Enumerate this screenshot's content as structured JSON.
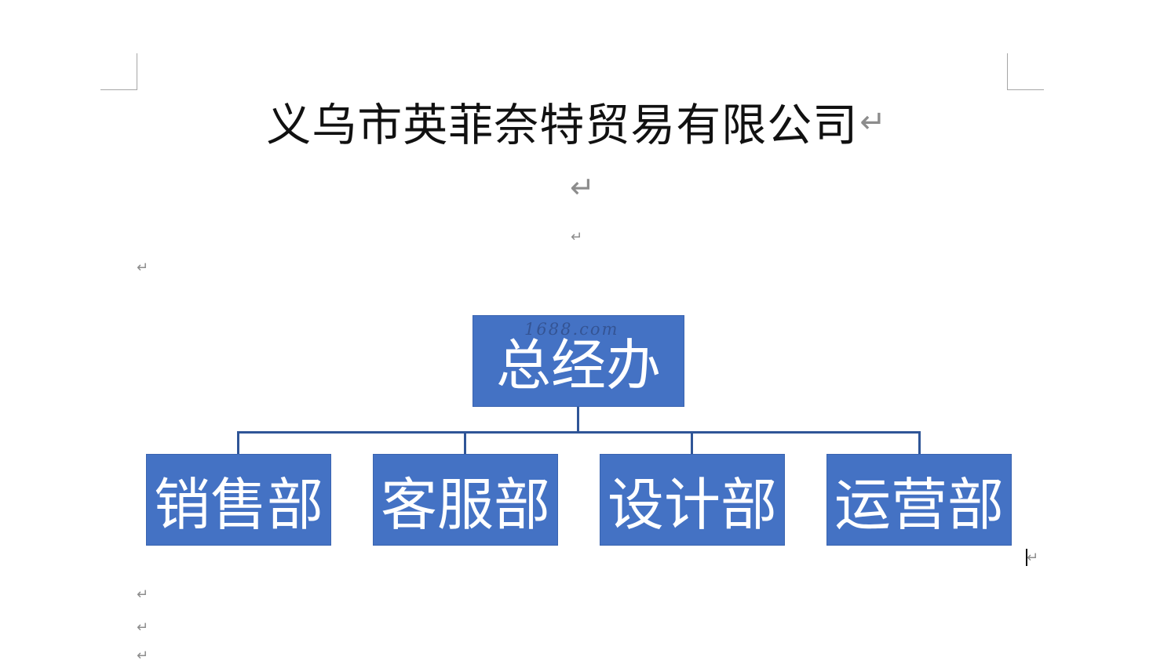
{
  "document": {
    "title": "义乌市英菲奈特贸易有限公司",
    "paragraph_mark": "↵"
  },
  "org_chart": {
    "root": "总经办",
    "children": [
      "销售部",
      "客服部",
      "设计部",
      "运营部"
    ],
    "watermark": "1688.com"
  },
  "colors": {
    "box_fill": "#4472c4",
    "connector": "#2f5597",
    "box_text": "#ffffff"
  }
}
